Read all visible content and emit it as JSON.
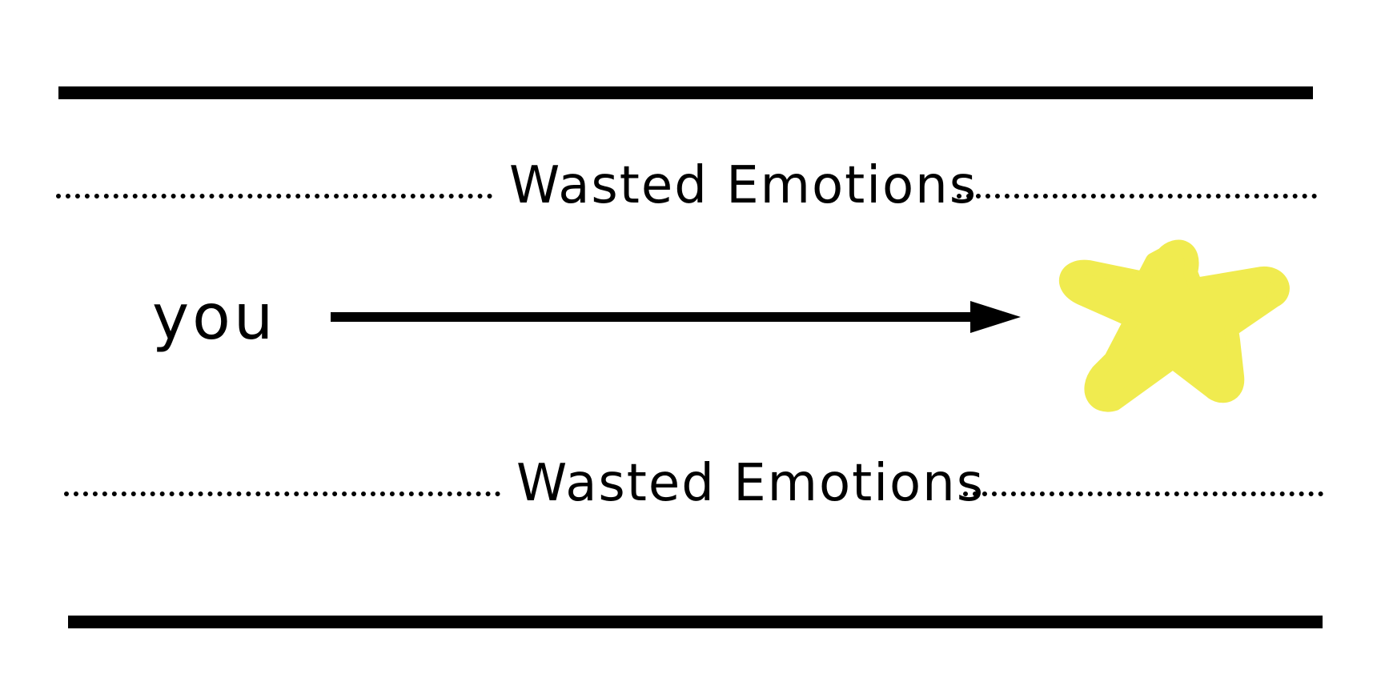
{
  "labels": {
    "top_zone": "Wasted Emotions",
    "bottom_zone": "Wasted Emotions",
    "start": "you"
  },
  "colors": {
    "ink": "#000000",
    "goal_star": "#F0EB4F",
    "background": "#FFFFFF"
  },
  "icons": {
    "goal": "star-icon",
    "direction": "arrow-right-icon"
  }
}
